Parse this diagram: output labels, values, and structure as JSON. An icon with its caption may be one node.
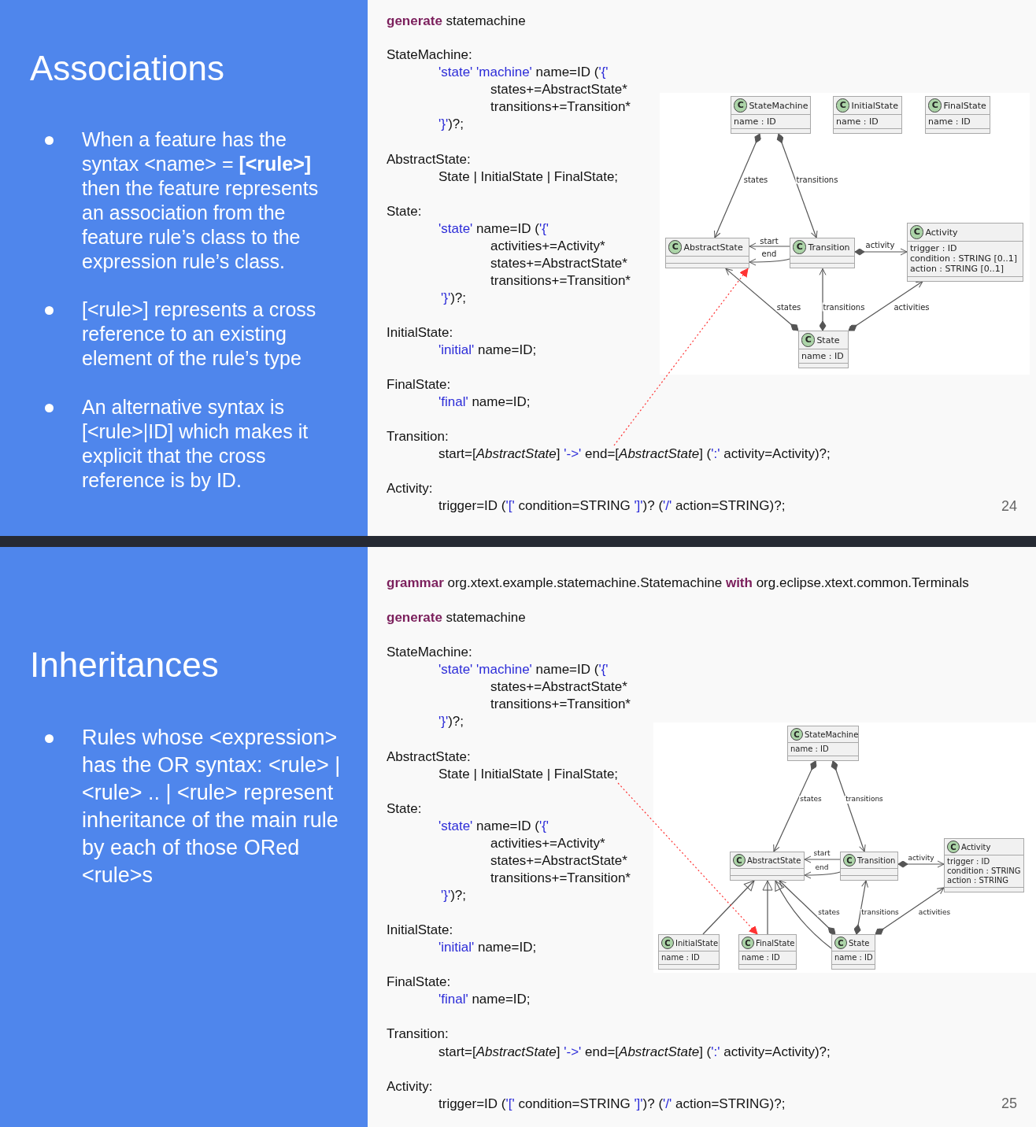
{
  "diagram": {
    "nodes": [
      {
        "text": [
          "C",
          "StateMachine",
          "name : ID"
        ]
      },
      {
        "text": [
          "C",
          "InitialState",
          "name : ID"
        ]
      },
      {
        "text": [
          "C",
          "FinalState",
          "name : ID"
        ]
      },
      {
        "text": [
          "C",
          "AbstractState"
        ]
      },
      {
        "text": [
          "C",
          "Transition"
        ]
      },
      {
        "text": [
          "C",
          "Activity",
          "trigger : ID",
          "condition : STRING [0..1]",
          "action : STRING [0..1]"
        ]
      },
      {
        "text": [
          "C",
          "State",
          "name : ID"
        ]
      },
      {
        "text": [
          "C",
          "StateMachine",
          "name : ID"
        ]
      },
      {
        "text": [
          "C",
          "AbstractState"
        ]
      },
      {
        "text": [
          "C",
          "Transition"
        ]
      },
      {
        "text": [
          "C",
          "Activity",
          "trigger : ID",
          "condition : STRING",
          "action : STRING"
        ]
      },
      {
        "text": [
          "C",
          "InitialState",
          "name : ID"
        ]
      },
      {
        "text": [
          "C",
          "FinalState",
          "name : ID"
        ]
      },
      {
        "text": [
          "C",
          "State",
          "name : ID"
        ]
      },
      {
        "text": [
          "start=[*AbstractState*] '->' end=[*AbstractState*] (':' activity=Activity)?;"
        ]
      },
      {
        "text": [
          "State | InitialState | FinalState;"
        ]
      },
      {
        "text": [],
        "shape": "bar"
      }
    ],
    "edges": [
      {
        "from": 0,
        "to": 3,
        "arrow": "to",
        "label": "states"
      },
      {
        "from": 0,
        "to": 4,
        "arrow": "to",
        "label": "transitions"
      },
      {
        "from": 4,
        "to": 3,
        "arrow": "to",
        "label": "start"
      },
      {
        "from": 4,
        "to": 3,
        "arrow": "to",
        "label": "end"
      },
      {
        "from": 4,
        "to": 5,
        "arrow": "to",
        "label": "activity"
      },
      {
        "from": 6,
        "to": 3,
        "arrow": "to",
        "label": "states"
      },
      {
        "from": 6,
        "to": 4,
        "arrow": "to",
        "label": "transitions"
      },
      {
        "from": 6,
        "to": 5,
        "arrow": "to",
        "label": "activities"
      },
      {
        "from": 14,
        "to": 3,
        "arrow": "to",
        "style": "dashed",
        "color": "#ff3333"
      },
      {
        "from": 7,
        "to": 8,
        "arrow": "to",
        "label": "states"
      },
      {
        "from": 7,
        "to": 9,
        "arrow": "to",
        "label": "transitions"
      },
      {
        "from": 9,
        "to": 8,
        "arrow": "to",
        "label": "start"
      },
      {
        "from": 9,
        "to": 8,
        "arrow": "to",
        "label": "end"
      },
      {
        "from": 9,
        "to": 10,
        "arrow": "to",
        "label": "activity"
      },
      {
        "from": 13,
        "to": 8,
        "arrow": "to",
        "label": "states"
      },
      {
        "from": 13,
        "to": 9,
        "arrow": "to",
        "label": "transitions"
      },
      {
        "from": 13,
        "to": 10,
        "arrow": "to",
        "label": "activities"
      },
      {
        "from": 11,
        "to": 8,
        "arrow": "to"
      },
      {
        "from": 12,
        "to": 8,
        "arrow": "to"
      },
      {
        "from": 13,
        "to": 8,
        "arrow": "to"
      },
      {
        "from": 15,
        "to": 12,
        "arrow": "to",
        "style": "dashed",
        "color": "#ff3333"
      }
    ],
    "labels": [
      "Associations",
      "When a feature has the syntax <name> = **[<rule>]** then the feature represents an association from the feature rule’s class to the expression rule’s class.",
      "[<rule>] represents a cross reference to an existing element of the rule’s type",
      "An alternative syntax is [<rule>|ID] which makes it explicit that the cross reference is by ID.",
      "**generate** statemachine",
      "StateMachine:",
      "'state' 'machine' name=ID ('{'",
      "states+=AbstractState*",
      "transitions+=Transition*",
      "'}')?;",
      "AbstractState:",
      "State | InitialState | FinalState;",
      "State:",
      "'state' name=ID ('{'",
      "activities+=Activity*",
      "states+=AbstractState*",
      "transitions+=Transition*",
      "'}')?;",
      "InitialState:",
      "'initial' name=ID;",
      "FinalState:",
      "'final' name=ID;",
      "Transition:",
      "Activity:",
      "trigger=ID ('[' condition=STRING ']')? ('/' action=STRING)?;",
      "24",
      "Inheritances",
      "Rules whose <expression> has the OR syntax: <rule> | <rule> .. | <rule> represent inheritance of the main rule by each of those ORed <rule>s",
      "**grammar** org.xtext.example.statemachine.Statemachine **with** org.eclipse.xtext.common.Terminals",
      "**generate** statemachine",
      "StateMachine:",
      "'state' 'machine' name=ID ('{'",
      "states+=AbstractState*",
      "transitions+=Transition*",
      "'}')?;",
      "AbstractState:",
      "State:",
      "'state' name=ID ('{'",
      "activities+=Activity*",
      "states+=AbstractState*",
      "transitions+=Transition*",
      "'}')?;",
      "InitialState:",
      "'initial' name=ID;",
      "FinalState:",
      "'final' name=ID;",
      "Transition:",
      "start=[*AbstractState*] '->' end=[*AbstractState*] (':' activity=Activity)?;",
      "Activity:",
      "trigger=ID ('[' condition=STRING ']')? ('/' action=STRING)?;",
      "25"
    ]
  }
}
